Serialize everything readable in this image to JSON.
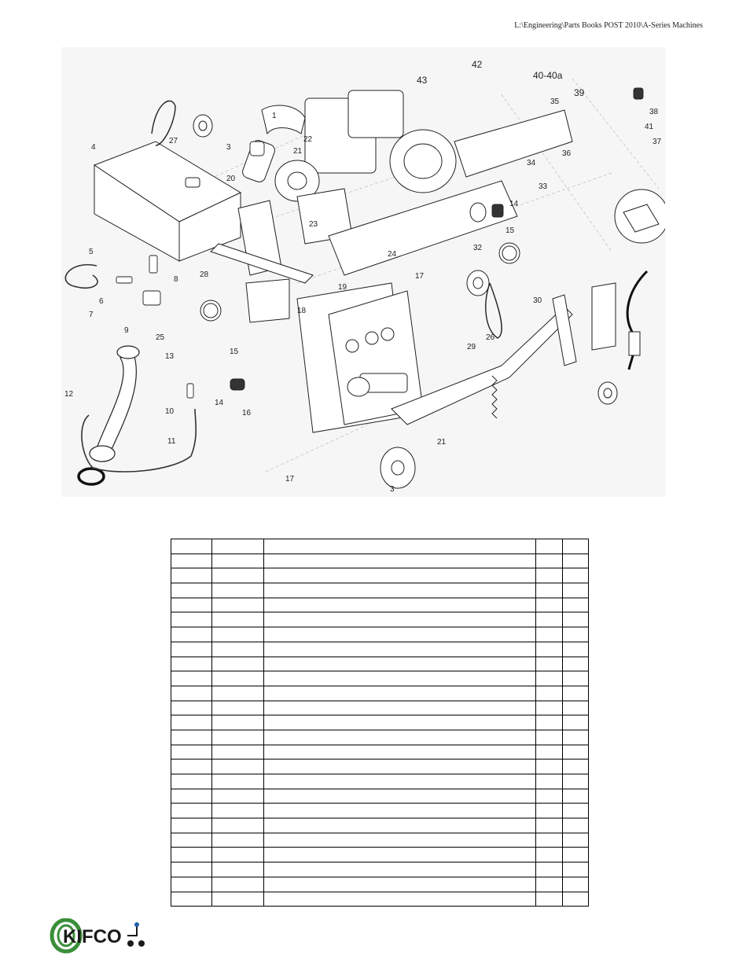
{
  "header": {
    "path": "L:\\Engineering\\Parts Books POST 2010\\A-Series Machines"
  },
  "diagram": {
    "callouts": [
      "1",
      "3",
      "4",
      "5",
      "6",
      "7",
      "8",
      "9",
      "10",
      "11",
      "12",
      "13",
      "14",
      "15",
      "16",
      "17",
      "18",
      "19",
      "20",
      "21",
      "22",
      "23",
      "24",
      "25",
      "26",
      "27",
      "28",
      "29",
      "30",
      "32",
      "33",
      "34",
      "35",
      "36",
      "37",
      "38",
      "39",
      "40-40a",
      "41",
      "42",
      "43"
    ]
  },
  "parts_table": {
    "row_count": 25,
    "column_count": 5
  },
  "logo": {
    "text": "KIFCO",
    "colors": {
      "green": "#3a8f3a",
      "blue": "#1f5fa8",
      "dark": "#1a1a1a"
    }
  }
}
